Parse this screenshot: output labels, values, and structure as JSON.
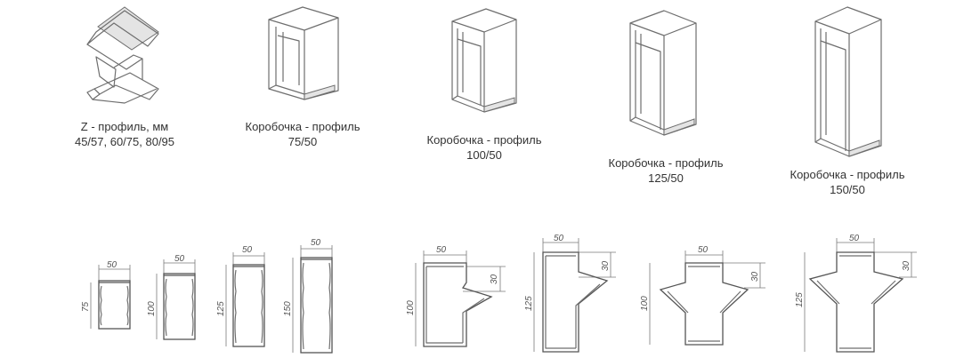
{
  "profiles": [
    {
      "name": "z-profile",
      "line1": "Z - профиль, мм",
      "line2": "45/57, 60/75, 80/95"
    },
    {
      "name": "box-75",
      "line1": "Коробочка - профиль",
      "line2": "75/50"
    },
    {
      "name": "box-100",
      "line1": "Коробочка - профиль",
      "line2": "100/50"
    },
    {
      "name": "box-125",
      "line1": "Коробочка - профиль",
      "line2": "125/50"
    },
    {
      "name": "box-150",
      "line1": "Коробочка - профиль",
      "line2": "150/50"
    }
  ],
  "sections": [
    {
      "width": "50",
      "height": "75"
    },
    {
      "width": "50",
      "height": "100"
    },
    {
      "width": "50",
      "height": "125"
    },
    {
      "width": "50",
      "height": "150"
    }
  ],
  "branches": [
    {
      "width": "50",
      "height": "100",
      "side": "30"
    },
    {
      "width": "50",
      "height": "125",
      "side": "30"
    },
    {
      "width": "50",
      "height": "100",
      "side": "30"
    },
    {
      "width": "50",
      "height": "125",
      "side": "30"
    }
  ]
}
